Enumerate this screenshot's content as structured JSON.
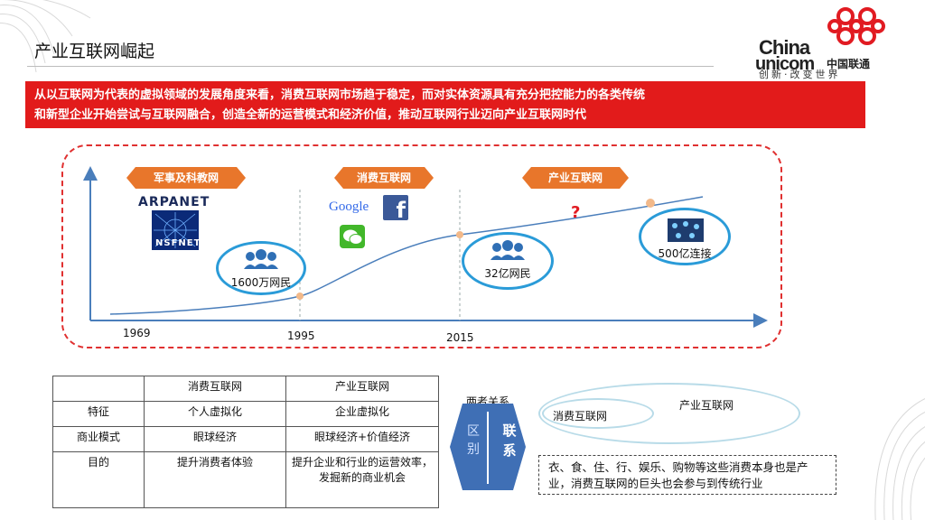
{
  "header": {
    "title": "产业互联网崛起",
    "logo_line1": "China",
    "logo_line2": "unicom",
    "logo_cn": "中国联通",
    "slogan": "创新·改变世界"
  },
  "banner": {
    "line1": "从以互联网为代表的虚拟领域的发展角度来看，消费互联网市场趋于稳定，而对实体资源具有充分把控能力的各类传统",
    "line2": "和新型企业开始尝试与互联网融合，创造全新的运营模式和经济价值，推动互联网行业迈向产业互联网时代"
  },
  "timeline": {
    "stages": [
      "军事及科教网",
      "消费互联网",
      "产业互联网"
    ],
    "years": [
      "1969",
      "1995",
      "2015"
    ],
    "milestones": [
      "1600万网民",
      "32亿网民",
      "500亿连接"
    ],
    "logos": {
      "arpanet": "ARPANET",
      "nsfnet": "NSFNET",
      "google": "Google",
      "facebook": "f"
    },
    "question": "?",
    "colors": {
      "accent": "#e8762b",
      "line": "#4a7ebb",
      "ellipse": "#2a9bd8"
    }
  },
  "table": {
    "headers": [
      "",
      "消费互联网",
      "产业互联网"
    ],
    "rows": [
      [
        "特征",
        "个人虚拟化",
        "企业虚拟化"
      ],
      [
        "商业模式",
        "眼球经济",
        "眼球经济+价值经济"
      ],
      [
        "目的",
        "提升消费者体验",
        "提升企业和行业的运营效率，发掘新的商业机会"
      ]
    ]
  },
  "relation": {
    "title": "两者关系",
    "left": "区别",
    "right": "联系",
    "outer_label": "产业互联网",
    "inner_label": "消费互联网",
    "note": "衣、食、住、行、娱乐、购物等这些消费本身也是产业，消费互联网的巨头也会参与到传统行业"
  }
}
